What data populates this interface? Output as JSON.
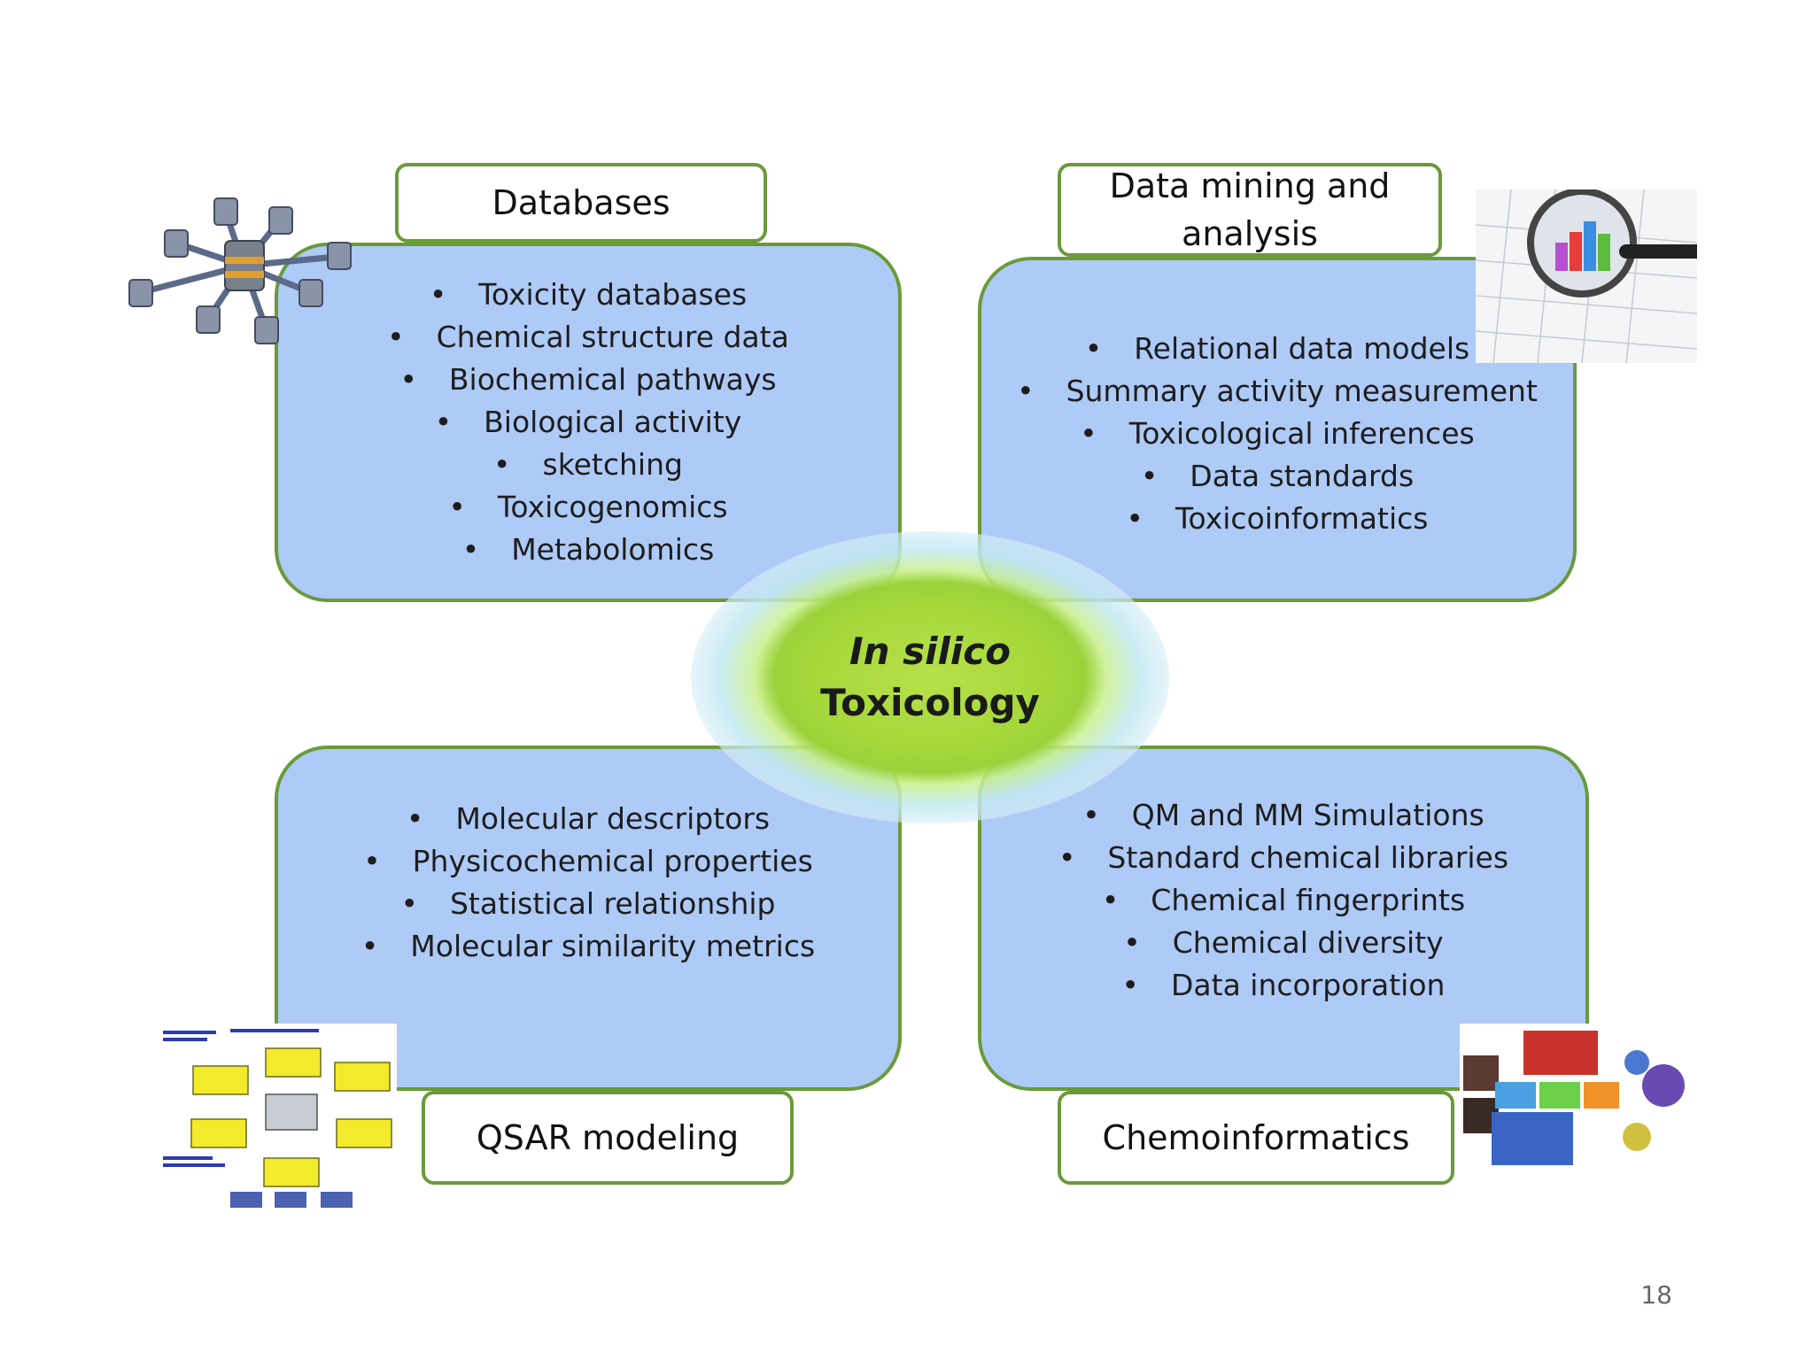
{
  "center": {
    "line1": "In silico",
    "line2": "Toxicology"
  },
  "quadrants": {
    "databases": {
      "title": "Databases",
      "items": [
        "Toxicity databases",
        "Chemical structure data",
        "Biochemical pathways",
        "Biological activity",
        "sketching",
        "Toxicogenomics",
        "Metabolomics"
      ]
    },
    "data_mining": {
      "title_line1": "Data mining and",
      "title_line2": "analysis",
      "items": [
        "Relational data models",
        "Summary activity measurement",
        "Toxicological inferences",
        "Data standards",
        "Toxicoinformatics"
      ]
    },
    "qsar": {
      "title": "QSAR modeling",
      "items": [
        "Molecular descriptors",
        "Physicochemical properties",
        "Statistical relationship",
        "Molecular similarity metrics"
      ]
    },
    "chemoinformatics": {
      "title": "Chemoinformatics",
      "items": [
        "QM and MM Simulations",
        "Standard chemical libraries",
        "Chemical fingerprints",
        "Chemical diversity",
        "Data incorporation"
      ]
    }
  },
  "images": {
    "databases": "database-network-icon",
    "data_mining": "magnifier-chart-icon",
    "qsar": "flowchart-thumbnail",
    "chemoinformatics": "chemistry-collage-thumbnail"
  },
  "page_number": "18",
  "colors": {
    "box_fill": "#aecaf7",
    "box_border": "#6a9a3a",
    "center_green": "#a5d83a",
    "glow": "#c3e8f2"
  }
}
